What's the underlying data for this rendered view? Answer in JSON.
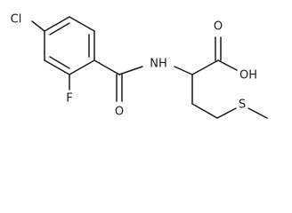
{
  "molecule": {
    "atoms": {
      "chlorine": "Cl",
      "fluorine": "F",
      "amide_nitrogen": "NH",
      "amide_oxygen": "O",
      "acid_oxygen": "O",
      "acid_hydroxyl": "OH",
      "sulfur": "S"
    }
  }
}
